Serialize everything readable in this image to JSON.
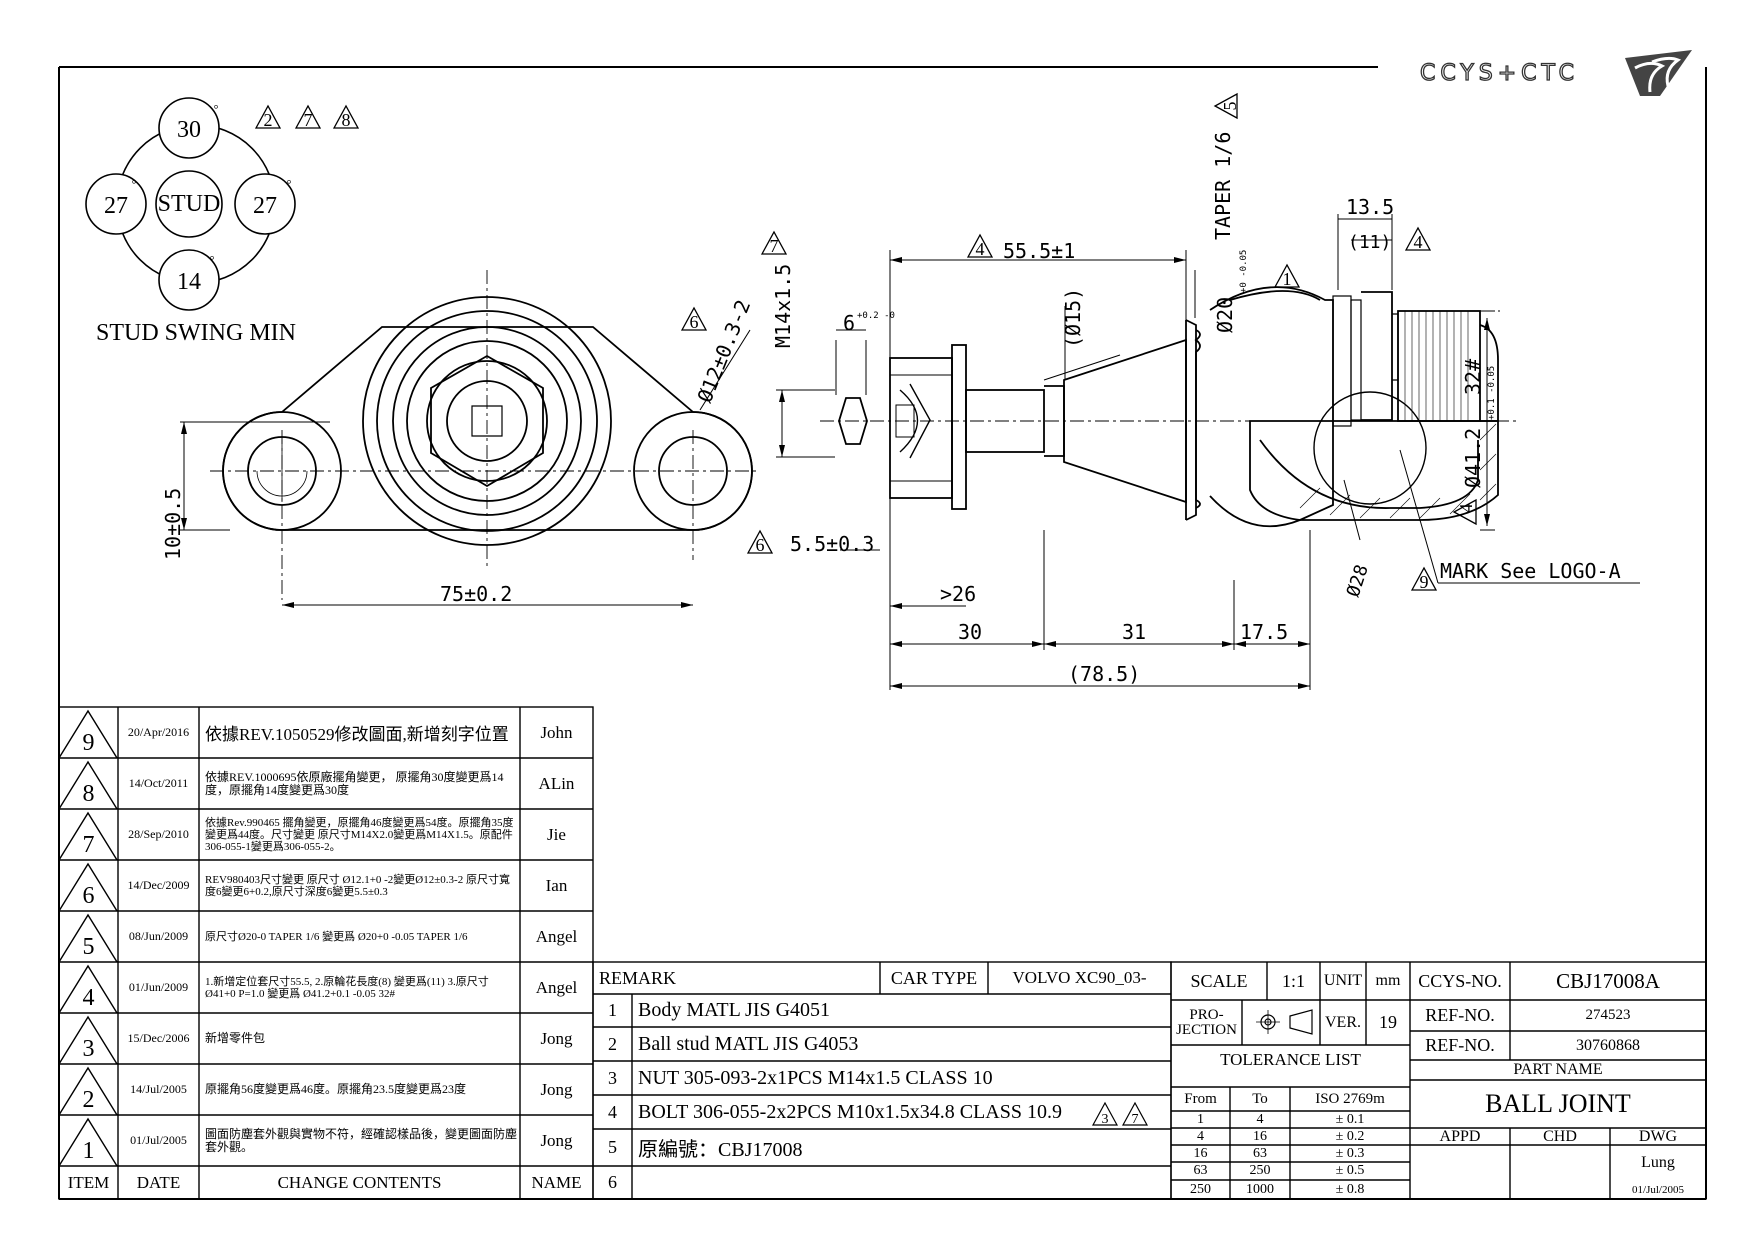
{
  "brand": {
    "logo_text": "CCYS+CTC"
  },
  "swing": {
    "top": "30",
    "left": "27",
    "center": "STUD",
    "right": "27",
    "bottom": "14",
    "deg": "°",
    "caption": "STUD SWING MIN",
    "rev_marks": [
      "2",
      "7",
      "8"
    ]
  },
  "dims": {
    "width_75": "75±0.2",
    "height_10": "10±0.5",
    "hole_12": "Ø12±0.3-2",
    "rev6": "6",
    "m14": "M14x1.5",
    "slot6": "6",
    "slot6_tol": "+0.2 -0",
    "rev7": "7",
    "len55": "55.5±1",
    "rev4": "4",
    "dia15": "(Ø15)",
    "taper": "TAPER 1/6",
    "rev5": "5",
    "dia20": "Ø20",
    "dia20_tol": "+0 -0.05",
    "rev1": "1",
    "d13_5": "13.5",
    "d11": "(11)",
    "rev4b": "4",
    "dia41": "Ø41.2",
    "dia41_tol": "+0.1 -0.05",
    "dia41_suffix": "32#",
    "rev4c": "4",
    "dia28": "Ø28",
    "mark_logo": "MARK See LOGO-A",
    "rev9": "9",
    "d5_5": "5.5±0.3",
    "rev6b": "6",
    "d26": ">26",
    "d30": "30",
    "d31": "31",
    "d17_5": "17.5",
    "d78_5": "(78.5)"
  },
  "revisions": {
    "rows": [
      {
        "item": "9",
        "date": "20/Apr/2016",
        "contents": "依據REV.1050529修改圖面,新增刻字位置",
        "name": "John"
      },
      {
        "item": "8",
        "date": "14/Oct/2011",
        "contents": "依據REV.1000695依原廠擺角變更， 原擺角30度變更爲14度，原擺角14度變更爲30度",
        "name": "ALin"
      },
      {
        "item": "7",
        "date": "28/Sep/2010",
        "contents": "依據Rev.990465 擺角變更，原擺角46度變更爲54度。原擺角35度變更爲44度。尺寸變更 原尺寸M14X2.0變更爲M14X1.5。原配件306-055-1變更爲306-055-2。",
        "name": "Jie"
      },
      {
        "item": "6",
        "date": "14/Dec/2009",
        "contents": "REV980403尺寸變更 原尺寸 Ø12.1+0 -2變更Ø12±0.3-2 原尺寸寬度6變更6+0.2,原尺寸深度6變更5.5±0.3",
        "name": "Ian"
      },
      {
        "item": "5",
        "date": "08/Jun/2009",
        "contents": "原尺寸Ø20-0 TAPER 1/6 變更爲 Ø20+0 -0.05 TAPER 1/6",
        "name": "Angel"
      },
      {
        "item": "4",
        "date": "01/Jun/2009",
        "contents": "1.新增定位套尺寸55.5, 2.原輪花長度(8) 變更爲(11) 3.原尺寸 Ø41+0 P=1.0 變更爲 Ø41.2+0.1 -0.05 32#",
        "name": "Angel"
      },
      {
        "item": "3",
        "date": "15/Dec/2006",
        "contents": "新增零件包",
        "name": "Jong"
      },
      {
        "item": "2",
        "date": "14/Jul/2005",
        "contents": "原擺角56度變更爲46度。原擺角23.5度變更爲23度",
        "name": "Jong"
      },
      {
        "item": "1",
        "date": "01/Jul/2005",
        "contents": "圖面防塵套外觀與實物不符，經確認樣品後，變更圖面防塵套外觀。",
        "name": "Jong"
      }
    ],
    "headers": {
      "item": "ITEM",
      "date": "DATE",
      "contents": "CHANGE CONTENTS",
      "name": "NAME"
    }
  },
  "remarks": {
    "title": "REMARK",
    "car_type_label": "CAR TYPE",
    "car_type": "VOLVO XC90_03-",
    "rows": [
      {
        "no": "1",
        "text": "Body MATL JIS G4051"
      },
      {
        "no": "2",
        "text": "Ball stud MATL JIS G4053"
      },
      {
        "no": "3",
        "text": "NUT 305-093-2x1PCS M14x1.5 CLASS 10"
      },
      {
        "no": "4",
        "text": "BOLT 306-055-2x2PCS M10x1.5x34.8 CLASS 10.9"
      },
      {
        "no": "5",
        "text": "原編號：CBJ17008"
      },
      {
        "no": "6",
        "text": ""
      }
    ],
    "bolt_revs": [
      "3",
      "7"
    ]
  },
  "title_block": {
    "scale_label": "SCALE",
    "scale": "1:1",
    "unit_label": "UNIT",
    "unit": "mm",
    "projection_label": "PRO-JECTION",
    "ver_label": "VER.",
    "ver": "19",
    "ccys_label": "CCYS-NO.",
    "ccys_no": "CBJ17008A",
    "ref1_label": "REF-NO.",
    "ref1": "274523",
    "ref2_label": "REF-NO.",
    "ref2": "30760868",
    "part_name_label": "PART NAME",
    "part_name": "BALL JOINT",
    "appd": "APPD",
    "chd": "CHD",
    "dwg": "DWG",
    "drawer": "Lung",
    "dwg_date": "01/Jul/2005",
    "tolerance_title": "TOLERANCE LIST",
    "tol_headers": {
      "from": "From",
      "to": "To",
      "iso": "ISO 2769m"
    },
    "tolerances": [
      {
        "from": "1",
        "to": "4",
        "tol": "± 0.1"
      },
      {
        "from": "4",
        "to": "16",
        "tol": "± 0.2"
      },
      {
        "from": "16",
        "to": "63",
        "tol": "± 0.3"
      },
      {
        "from": "63",
        "to": "250",
        "tol": "± 0.5"
      },
      {
        "from": "250",
        "to": "1000",
        "tol": "± 0.8"
      }
    ]
  }
}
